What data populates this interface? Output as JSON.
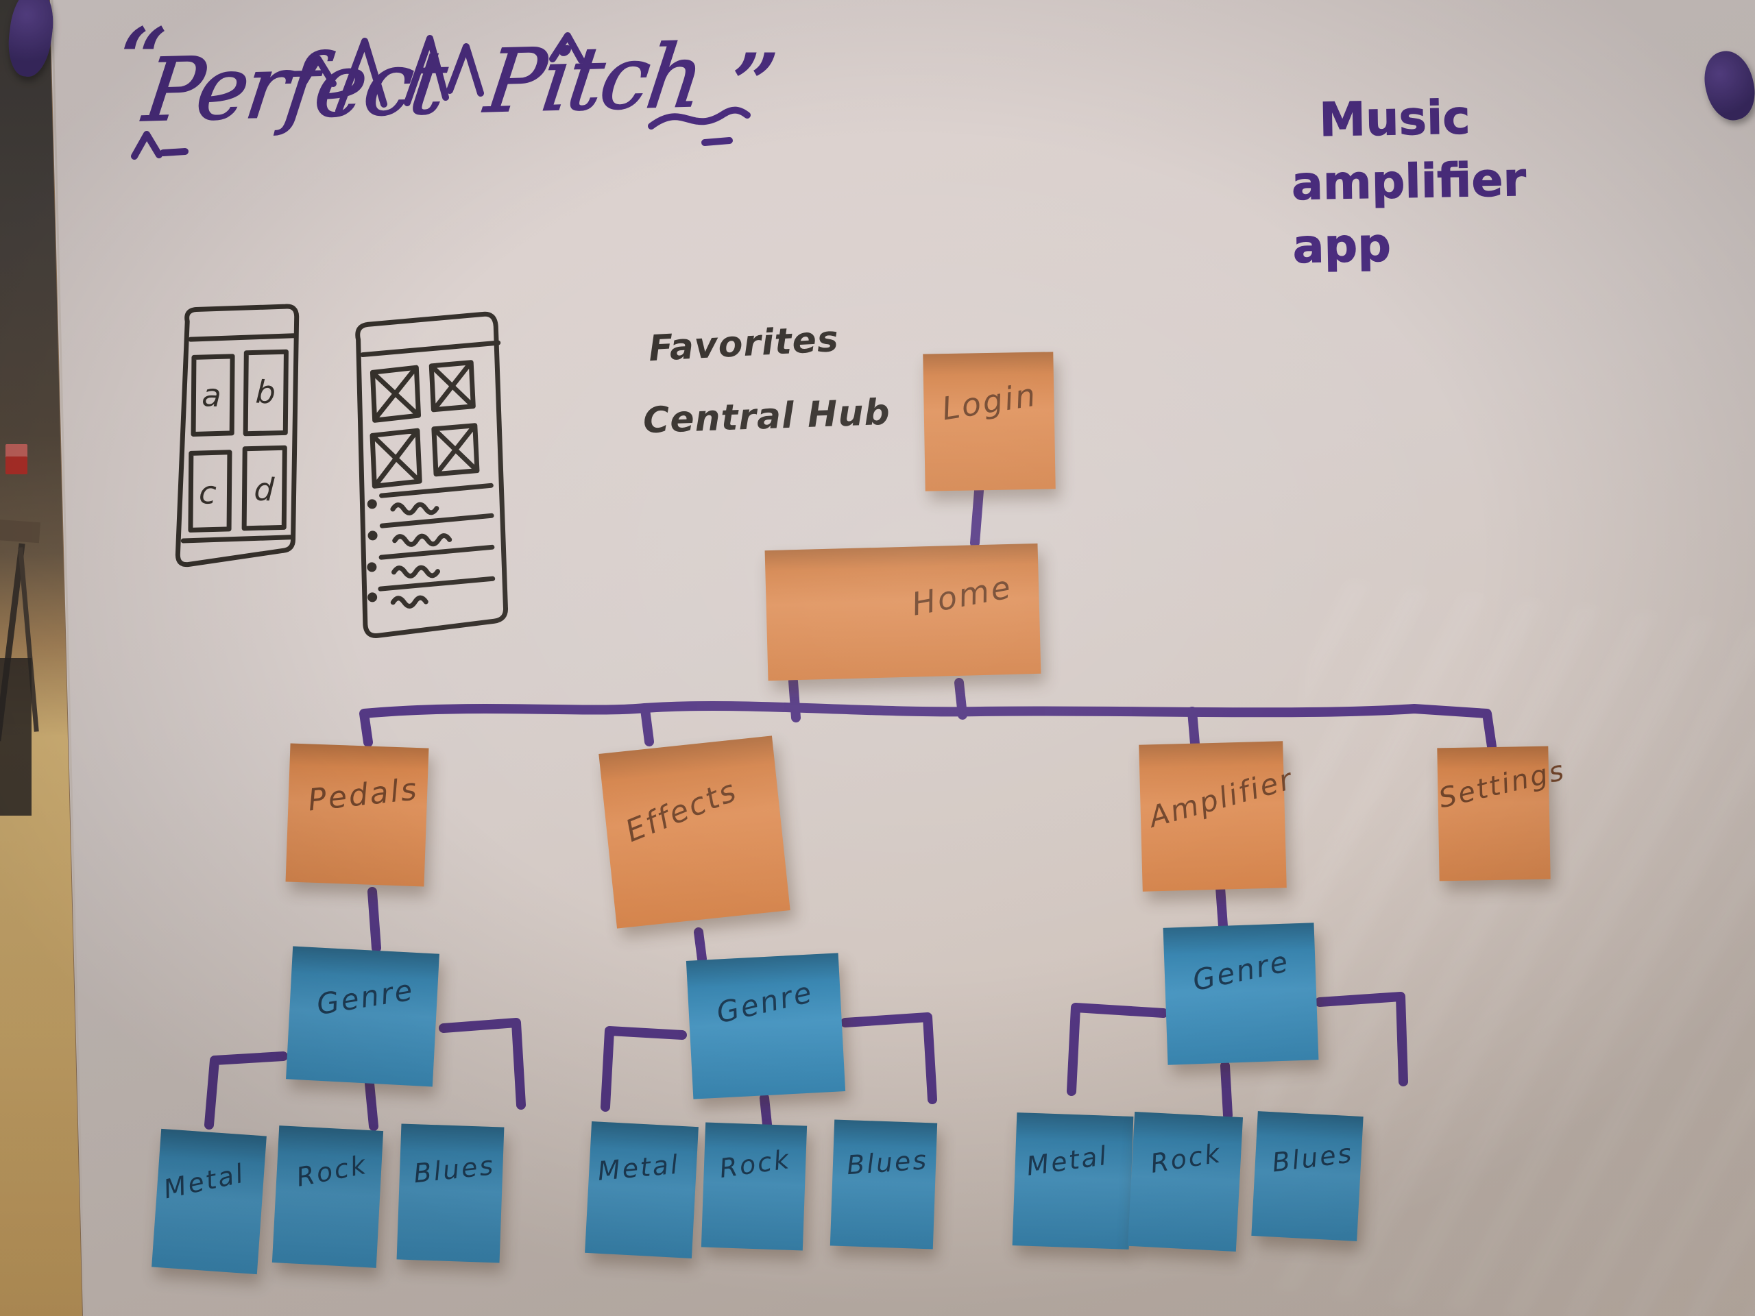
{
  "title": {
    "open_quote": "“",
    "text": "Perfect Pitch",
    "close_quote": "”"
  },
  "subtitle": {
    "lines": [
      "Music",
      "amplifier",
      "app"
    ]
  },
  "sketch_labels": {
    "favorites": "Favorites",
    "central_hub": "Central Hub"
  },
  "favorites_grid_cells": [
    "a",
    "b",
    "c",
    "d"
  ],
  "flow": {
    "nodes": [
      {
        "id": "login",
        "label": "Login",
        "color": "orange"
      },
      {
        "id": "home",
        "label": "Home",
        "color": "orange"
      },
      {
        "id": "pedals",
        "label": "Pedals",
        "color": "orange"
      },
      {
        "id": "effects",
        "label": "Effects",
        "color": "orange"
      },
      {
        "id": "amplifier",
        "label": "Amplifier",
        "color": "orange"
      },
      {
        "id": "settings",
        "label": "Settings",
        "color": "orange"
      },
      {
        "id": "genre-pedals",
        "label": "Genre",
        "color": "blue"
      },
      {
        "id": "genre-effects",
        "label": "Genre",
        "color": "blue"
      },
      {
        "id": "genre-amplifier",
        "label": "Genre",
        "color": "blue"
      },
      {
        "id": "metal-pedals",
        "label": "Metal",
        "color": "blue"
      },
      {
        "id": "rock-pedals",
        "label": "Rock",
        "color": "blue"
      },
      {
        "id": "blues-pedals",
        "label": "Blues",
        "color": "blue"
      },
      {
        "id": "metal-effects",
        "label": "Metal",
        "color": "blue"
      },
      {
        "id": "rock-effects",
        "label": "Rock",
        "color": "blue"
      },
      {
        "id": "blues-effects",
        "label": "Blues",
        "color": "blue"
      },
      {
        "id": "metal-amplifier",
        "label": "Metal",
        "color": "blue"
      },
      {
        "id": "rock-amplifier",
        "label": "Rock",
        "color": "blue"
      },
      {
        "id": "blues-amplifier",
        "label": "Blues",
        "color": "blue"
      }
    ],
    "edges": [
      [
        "login",
        "home"
      ],
      [
        "home",
        "pedals"
      ],
      [
        "home",
        "effects"
      ],
      [
        "home",
        "amplifier"
      ],
      [
        "home",
        "settings"
      ],
      [
        "pedals",
        "genre-pedals"
      ],
      [
        "effects",
        "genre-effects"
      ],
      [
        "amplifier",
        "genre-amplifier"
      ],
      [
        "genre-pedals",
        "metal-pedals"
      ],
      [
        "genre-pedals",
        "rock-pedals"
      ],
      [
        "genre-pedals",
        "blues-pedals"
      ],
      [
        "genre-effects",
        "metal-effects"
      ],
      [
        "genre-effects",
        "rock-effects"
      ],
      [
        "genre-effects",
        "blues-effects"
      ],
      [
        "genre-amplifier",
        "metal-amplifier"
      ],
      [
        "genre-amplifier",
        "rock-amplifier"
      ],
      [
        "genre-amplifier",
        "blues-amplifier"
      ]
    ]
  },
  "colors": {
    "note_orange": "#dd8a50",
    "note_blue": "#3f93c2",
    "marker_purple": "#4b2d7f",
    "marker_black": "#332e2a",
    "pencil_on_orange": "#71452b",
    "pencil_on_blue": "#1e3c55",
    "board": "#d6cdc9",
    "floor_wood": "#d7b577",
    "wall_sign_red": "#b23029"
  }
}
